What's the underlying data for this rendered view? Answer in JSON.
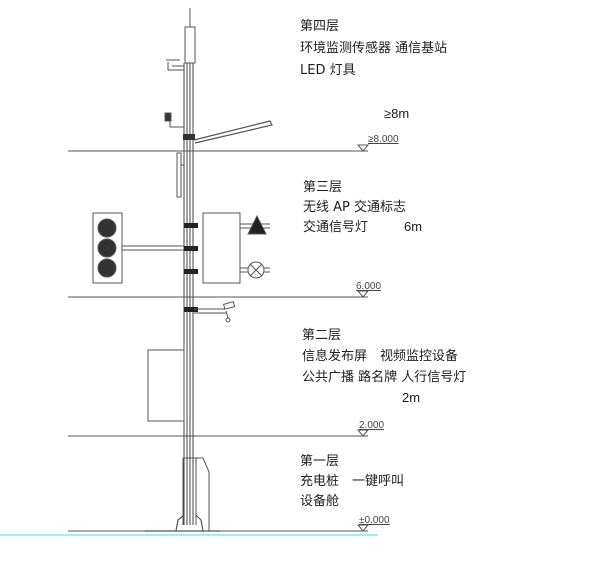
{
  "layers": [
    {
      "title": "第四层",
      "lines": [
        "环境监测传感器 通信基站",
        "LED 灯具"
      ],
      "height": "≥8m",
      "level": "≥8.000"
    },
    {
      "title": "第三层",
      "lines": [
        "无线 AP 交通标志",
        "交通信号灯"
      ],
      "height": "6m",
      "level": "6.000"
    },
    {
      "title": "第二层",
      "lines": [
        "信息发布屏　视频监控设备",
        "公共广播 路名牌 人行信号灯"
      ],
      "height": "2m",
      "level": "2.000"
    },
    {
      "title": "第一层",
      "lines": [
        "充电桩　一键呼叫",
        "设备舱"
      ],
      "level": "±0.000"
    }
  ],
  "colors": {
    "line": "#555555",
    "height_text": "#1a1a1a",
    "ground_accent": "#9ff0f0"
  }
}
